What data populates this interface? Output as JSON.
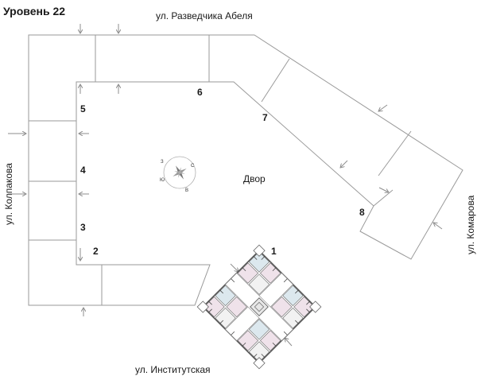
{
  "title": "Уровень 22",
  "streets": {
    "top": "ул. Разведчика Абеля",
    "left": "ул. Колпакова",
    "bottom": "ул. Институтская",
    "right": "ул. Комарова"
  },
  "courtyard": "Двор",
  "sections": [
    "1",
    "2",
    "3",
    "4",
    "5",
    "6",
    "7",
    "8"
  ],
  "compass": {
    "n": "С",
    "s": "Ю",
    "e": "В",
    "w": "З"
  },
  "colors": {
    "outline": "#9a9a9a",
    "tower_stroke": "#5a5a5a",
    "tower_fill_blue": "#dce8ee",
    "tower_fill_pink": "#efe2ea"
  }
}
